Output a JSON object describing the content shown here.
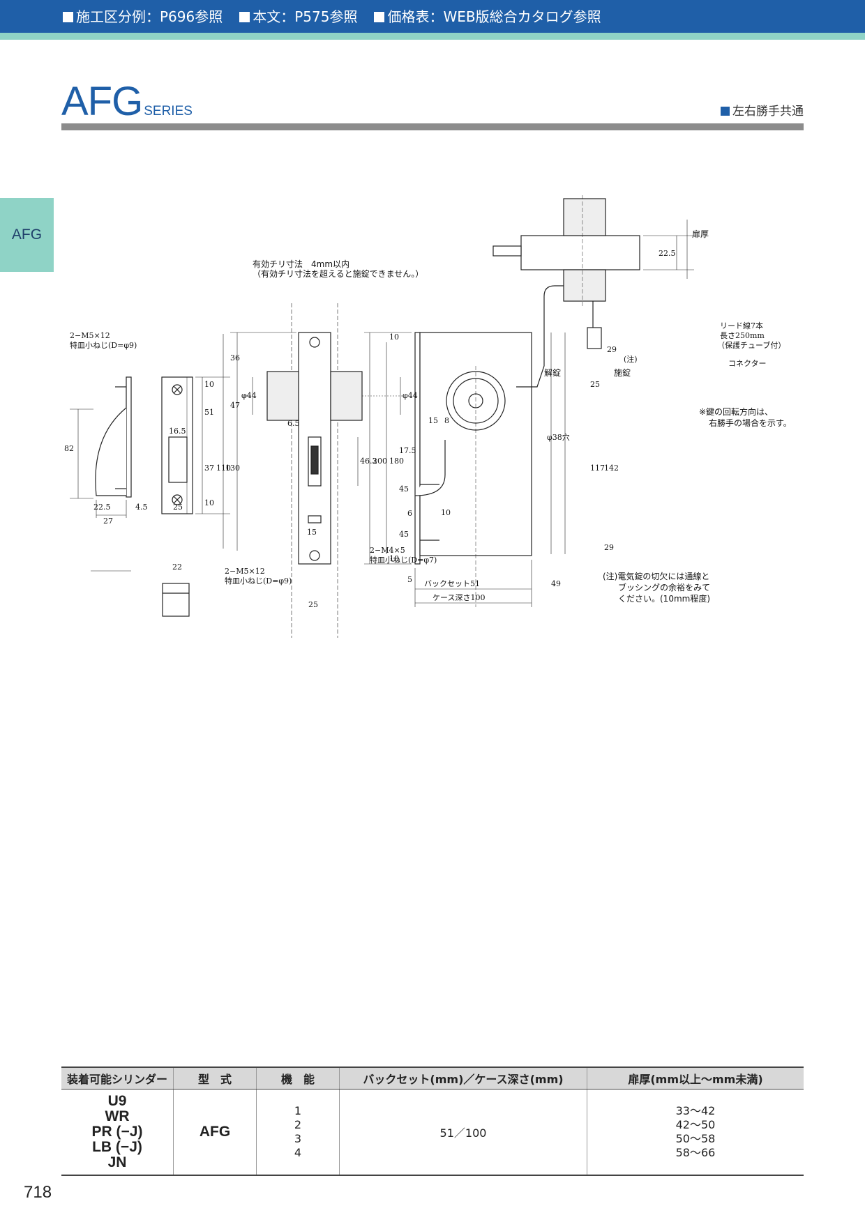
{
  "header": {
    "refs": [
      "施工区分例：P696参照",
      "本文：P575参照",
      "価格表：WEB版総合カタログ参照"
    ]
  },
  "title": {
    "main": "AFG",
    "sub": "SERIES"
  },
  "handing_note": "左右勝手共通",
  "side_tab": "AFG",
  "drawing": {
    "strike_screw": "2−M5×12",
    "strike_screw_head": "特皿小ねじ(D=φ9)",
    "backset_note_1": "有効チリ寸法　4mm以内",
    "backset_note_2": "（有効チリ寸法を超えると施錠できません。）",
    "front_screw_1": "2−M5×12",
    "front_screw_1_head": "特皿小ねじ(D=φ9)",
    "front_screw_2": "2−M4×5",
    "front_screw_2_head": "特皿小ねじ(D=φ7)",
    "lead_wire_1": "リード線7本",
    "lead_wire_2": "長さ250mm",
    "lead_wire_3": "（保護チューブ付）",
    "connector": "コネクター",
    "note_mark": "(注)",
    "unlock": "解錠",
    "lock": "施錠",
    "hole": "φ38穴",
    "rotation_note_1": "※鍵の回転方向は、",
    "rotation_note_2": "右勝手の場合を示す。",
    "door_thickness": "扉厚",
    "backset_label": "バックセット51",
    "case_depth_label": "ケース深さ100",
    "footnote_1": "(注)電気錠の切欠には通線と",
    "footnote_2": "ブッシングの余裕をみて",
    "footnote_3": "ください。(10mm程度)",
    "dims": {
      "d82": "82",
      "d22_5": "22.5",
      "d4_5": "4.5",
      "d27": "27",
      "d25a": "25",
      "d22": "22",
      "d16_5": "16.5",
      "d10a": "10",
      "d51": "51",
      "d37": "37",
      "d110": "110",
      "d130": "130",
      "d10b": "10",
      "d36": "36",
      "d47": "47",
      "phi44a": "φ44",
      "phi44b": "φ44",
      "d6_5": "6.5",
      "d46_3": "46.3",
      "d15a": "15",
      "d25b": "25",
      "d200": "200",
      "d180": "180",
      "d10c": "10",
      "d10d": "10",
      "d17_5": "17.5",
      "d45a": "45",
      "d45b": "45",
      "d6": "6",
      "d10e": "10",
      "d15b": "15",
      "d8": "8",
      "d5": "5",
      "d49": "49",
      "d29a": "29",
      "d25c": "25",
      "d117": "117",
      "d142": "142",
      "d29b": "29",
      "d22_5b": "22.5"
    }
  },
  "table": {
    "headers": [
      "装着可能シリンダー",
      "型　式",
      "機　能",
      "バックセット(mm)／ケース深さ(mm)",
      "扉厚(mm以上〜mm未満)"
    ],
    "cylinders": [
      "U9",
      "WR",
      "PR (−J)",
      "LB (−J)",
      "JN"
    ],
    "model": "AFG",
    "functions": [
      "1",
      "2",
      "3",
      "4"
    ],
    "backset_case": "51／100",
    "door_thickness": [
      "33〜42",
      "42〜50",
      "50〜58",
      "58〜66"
    ]
  },
  "page_number": "718"
}
